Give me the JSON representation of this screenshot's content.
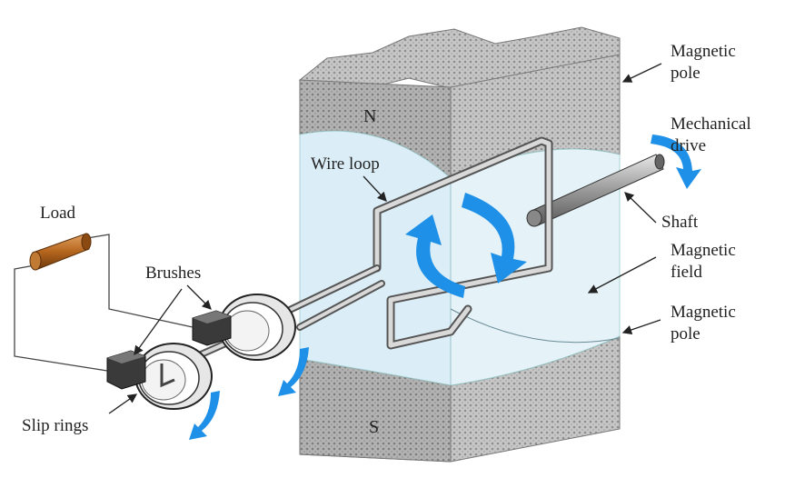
{
  "labels": {
    "magnetic_pole_top_line1": "Magnetic",
    "magnetic_pole_top_line2": "pole",
    "mechanical_drive_line1": "Mechanical",
    "mechanical_drive_line2": "drive",
    "shaft": "Shaft",
    "magnetic_field_line1": "Magnetic",
    "magnetic_field_line2": "field",
    "magnetic_pole_bottom_line1": "Magnetic",
    "magnetic_pole_bottom_line2": "pole",
    "wire_loop": "Wire loop",
    "load": "Load",
    "brushes": "Brushes",
    "slip_rings": "Slip rings",
    "north": "N",
    "south": "S"
  },
  "colors": {
    "rotation_arrow": "#1e90e8",
    "field_tint": "#cfe8f4",
    "pole_gray": "#a9a9a9",
    "load_body": "#b5651d"
  }
}
